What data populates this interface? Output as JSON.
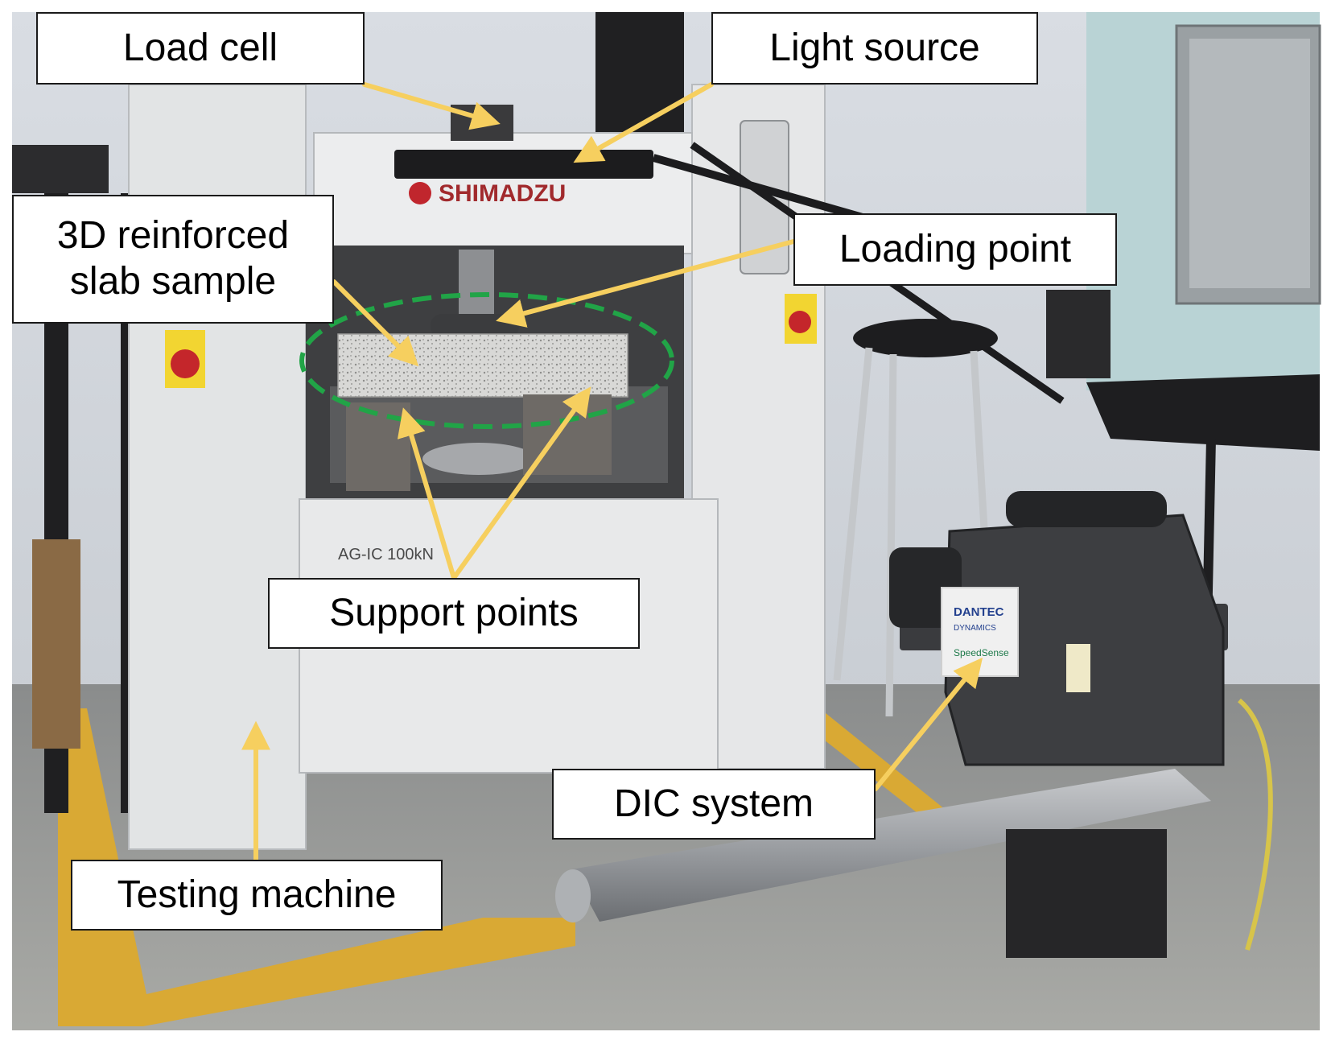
{
  "labels": {
    "load_cell": "Load cell",
    "light_source": "Light source",
    "slab_sample": "3D reinforced\nslab sample",
    "loading_point": "Loading point",
    "support_points": "Support points",
    "dic_system": "DIC system",
    "testing_machine": "Testing machine"
  },
  "machine_text": {
    "brand": "SHIMADZU",
    "model": "AG-IC 100kN"
  },
  "camera_text": {
    "brand": "DANTEC",
    "sub": "DYNAMICS",
    "model": "SpeedSense"
  },
  "colors": {
    "arrow": "#f6cf5f",
    "dashed_ellipse": "#21a447",
    "floor_tape": "#d9a934",
    "label_border": "#1a1a1a"
  }
}
